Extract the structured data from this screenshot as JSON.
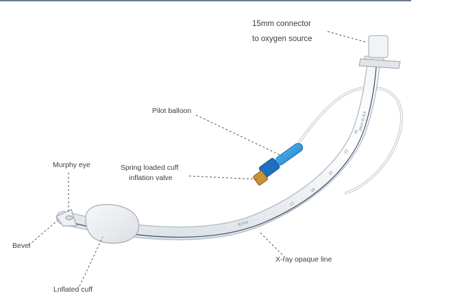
{
  "labels": {
    "connector_line1": "15mm connector",
    "connector_line2": "to oxygen source",
    "pilot_balloon": "Pilot balloon",
    "valve_line1": "Spring loaded cuff",
    "valve_line2": "inflation valve",
    "murphy_eye": "Murphy eye",
    "bevel": "Bevel",
    "inflated_cuff": "Lnflated cuff",
    "xray_line": "X-ray opaque line"
  },
  "tube_markings": {
    "size": "ID 6.5",
    "depth_marks": [
      "17",
      "19",
      "21",
      "23",
      "25"
    ],
    "upper_marking": "26cm ID 6.5"
  },
  "colors": {
    "tube_outline": "#b8c0c8",
    "pilot_balloon": "#2d9bd8",
    "valve_body": "#1f6fc0",
    "leader_line": "#555555",
    "header_rule": "#6b7a8c"
  }
}
